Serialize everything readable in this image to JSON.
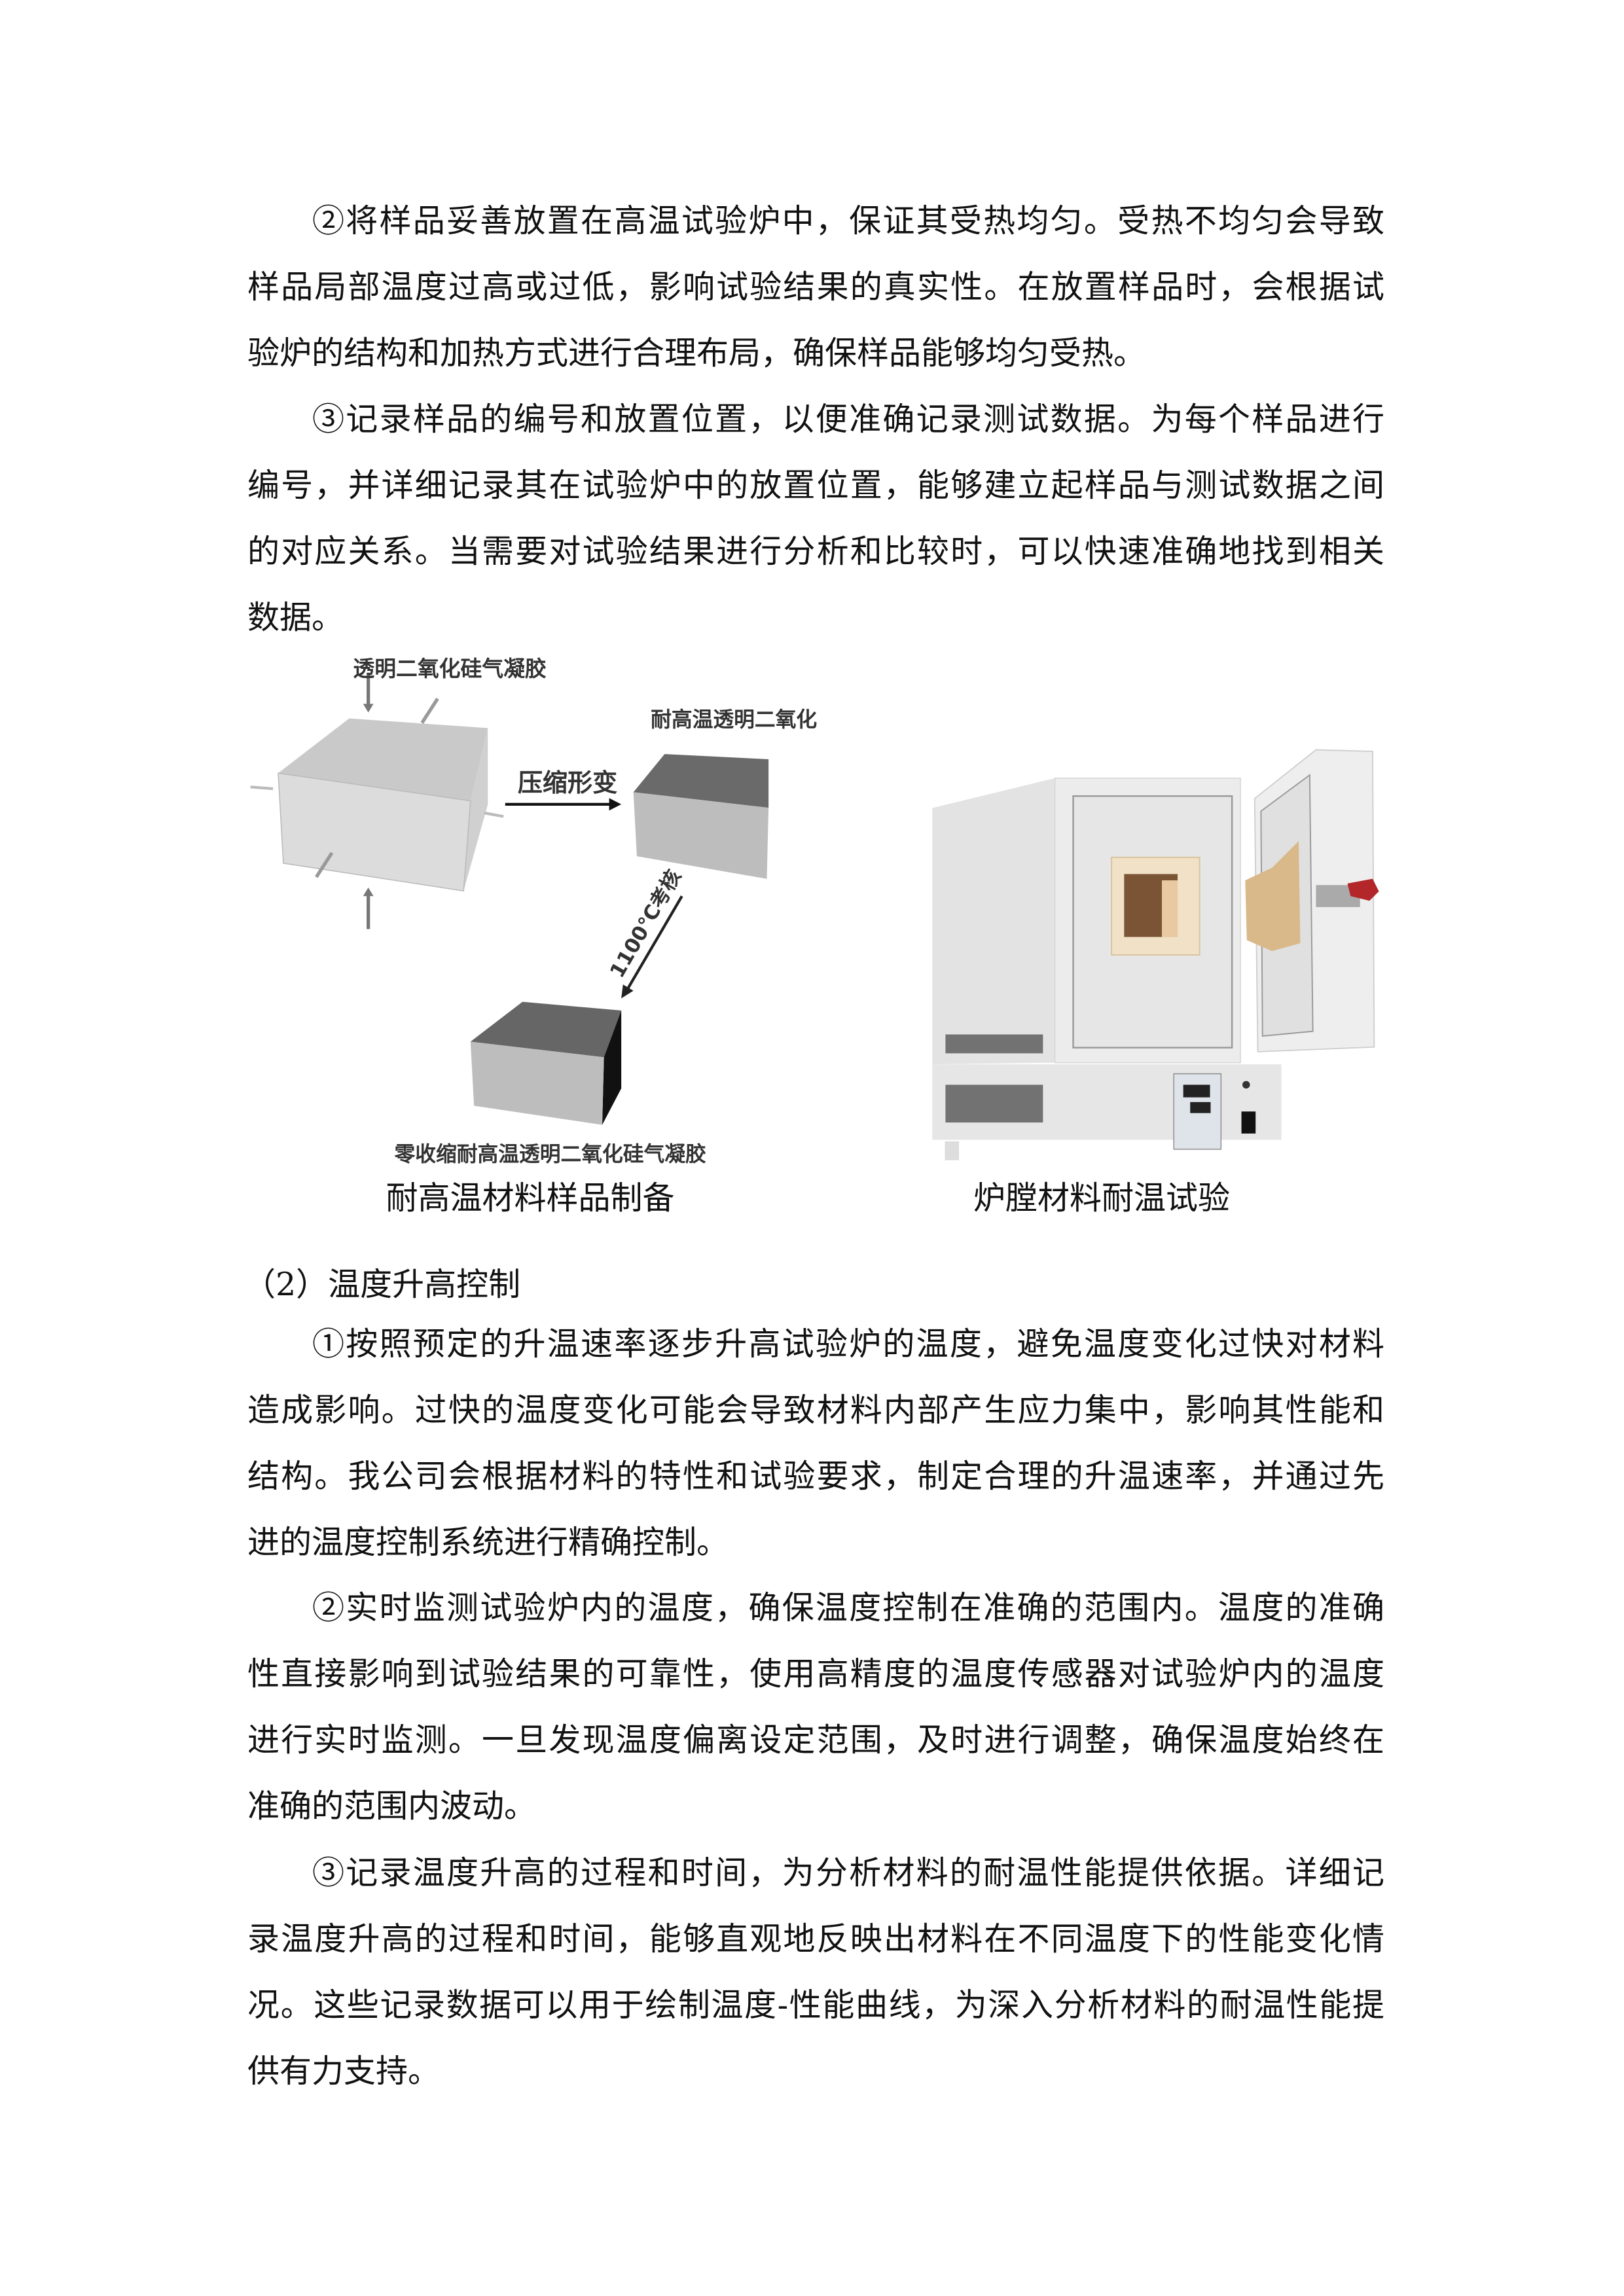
{
  "paragraphs_top": [
    {
      "lines": [
        "②将样品妥善放置在高温试验炉中，保证其受热均匀。受热不均匀会导致",
        "样品局部温度过高或过低，影响试验结果的真实性。在放置样品时，会根据试",
        "验炉的结构和加热方式进行合理布局，确保样品能够均匀受热。"
      ]
    },
    {
      "lines": [
        "③记录样品的编号和放置位置，以便准确记录测试数据。为每个样品进行",
        "编号，并详细记录其在试验炉中的放置位置，能够建立起样品与测试数据之间",
        "的对应关系。当需要对试验结果进行分析和比较时，可以快速准确地找到相关",
        "数据。"
      ]
    }
  ],
  "figures": {
    "left": {
      "caption": "耐高温材料样品制备",
      "labels": {
        "top": "透明二氧化硅气凝胶",
        "arrow": "压缩形变",
        "right": "耐高温透明二氧化",
        "diagonal": "1100℃考核",
        "bottom": "零收缩耐高温透明二氧化硅气凝胶"
      }
    },
    "right": {
      "caption": "炉膛材料耐温试验"
    }
  },
  "section_heading": "（2）温度升高控制",
  "paragraphs_bottom": [
    {
      "lines": [
        "①按照预定的升温速率逐步升高试验炉的温度，避免温度变化过快对材料",
        "造成影响。过快的温度变化可能会导致材料内部产生应力集中，影响其性能和",
        "结构。我公司会根据材料的特性和试验要求，制定合理的升温速率，并通过先",
        "进的温度控制系统进行精确控制。"
      ]
    },
    {
      "lines": [
        "②实时监测试验炉内的温度，确保温度控制在准确的范围内。温度的准确",
        "性直接影响到试验结果的可靠性，使用高精度的温度传感器对试验炉内的温度",
        "进行实时监测。一旦发现温度偏离设定范围，及时进行调整，确保温度始终在",
        "准确的范围内波动。"
      ]
    },
    {
      "lines": [
        "③记录温度升高的过程和时间，为分析材料的耐温性能提供依据。详细记",
        "录温度升高的过程和时间，能够直观地反映出材料在不同温度下的性能变化情",
        "况。这些记录数据可以用于绘制温度-性能曲线，为深入分析材料的耐温性能提",
        "供有力支持。"
      ]
    }
  ]
}
